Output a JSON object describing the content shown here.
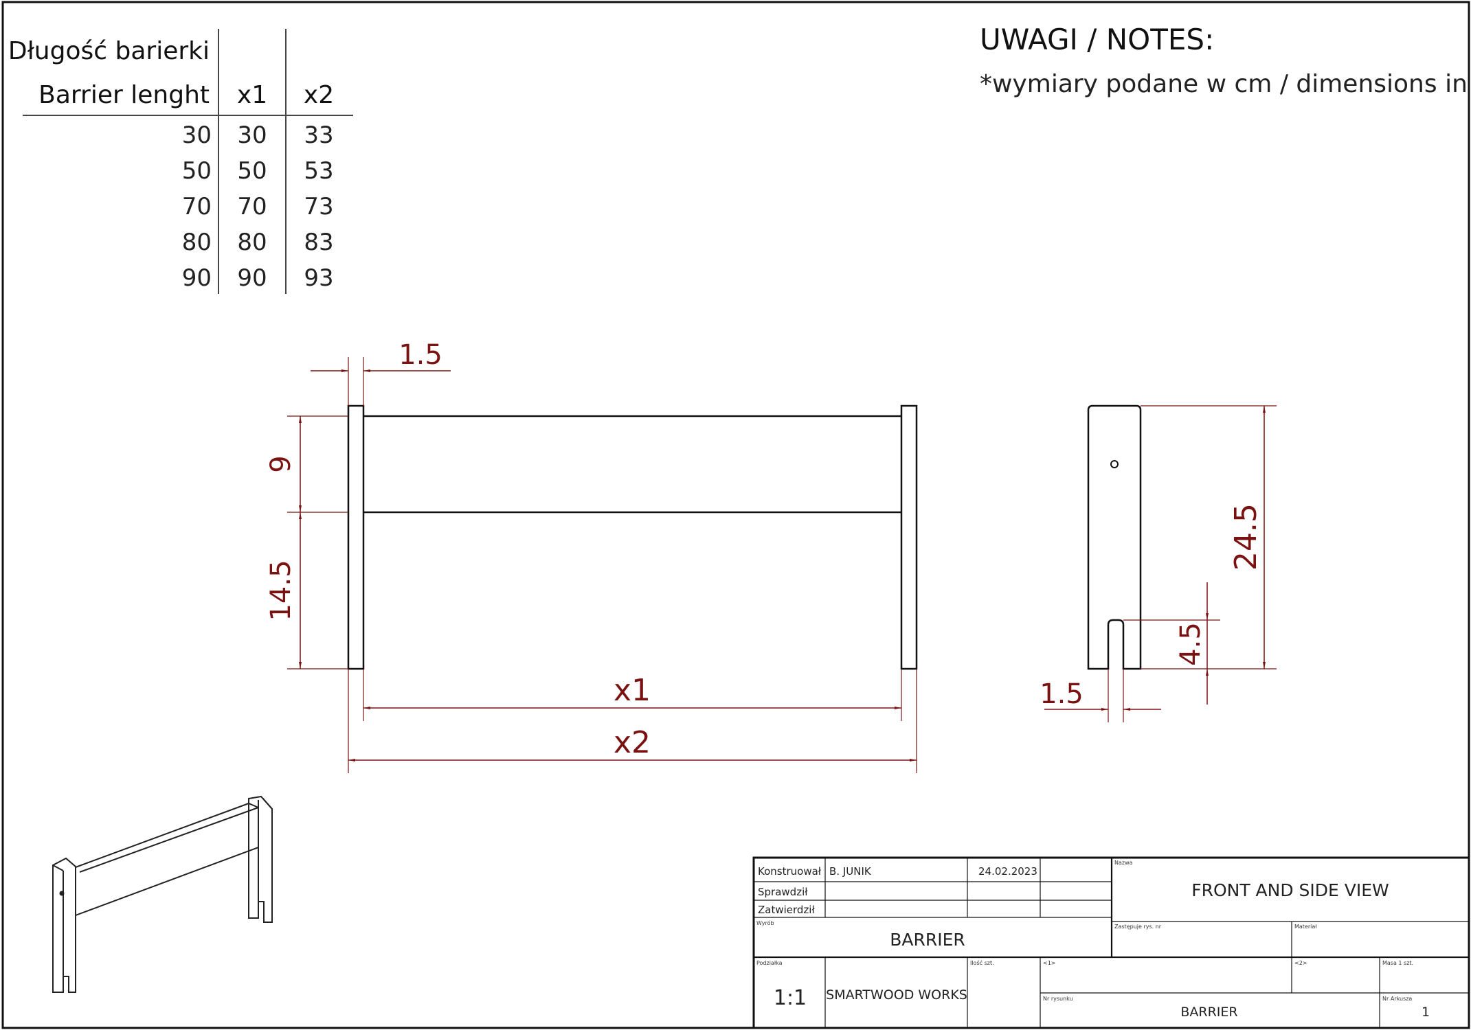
{
  "dimension_table": {
    "header_line1": "Długość barierki",
    "header_line2": "Barrier lenght",
    "col_x1": "x1",
    "col_x2": "x2",
    "rows": [
      {
        "length": "30",
        "x1": "30",
        "x2": "33"
      },
      {
        "length": "50",
        "x1": "50",
        "x2": "53"
      },
      {
        "length": "70",
        "x1": "70",
        "x2": "73"
      },
      {
        "length": "80",
        "x1": "80",
        "x2": "83"
      },
      {
        "length": "90",
        "x1": "90",
        "x2": "93"
      }
    ]
  },
  "notes": {
    "title": "UWAGI / NOTES:",
    "line1": "*wymiary podane w cm / dimensions in cm"
  },
  "front_view": {
    "post_thickness": "1.5",
    "top_rail_height": "9",
    "lower_height": "14.5",
    "inner_length": "x1",
    "outer_length": "x2"
  },
  "side_view": {
    "total_height": "24.5",
    "slot_depth": "4.5",
    "slot_width": "1.5"
  },
  "title_block": {
    "designed_label": "Konstruował",
    "designed_by": "B. JUNIK",
    "date": "24.02.2023",
    "checked_label": "Sprawdził",
    "approved_label": "Zatwierdził",
    "name_label": "Nazwa",
    "drawing_name": "FRONT AND SIDE VIEW",
    "product_label": "Wyrób",
    "product": "BARRIER",
    "replaces_label": "Zastępuje rys. nr",
    "material_label": "Materiał",
    "scale_label": "Podziałka",
    "scale": "1:1",
    "company": "SMARTWOOD WORKS",
    "qty_label": "Ilość szt.",
    "field1_label": "<1>",
    "field2_label": "<2>",
    "mass_label": "Masa 1 szt.",
    "drawing_no_label": "Nr rysunku",
    "drawing_no": "BARRIER",
    "sheet_label": "Nr Arkusza",
    "sheet_no": "1"
  },
  "colors": {
    "dimension": "#7a1212",
    "line": "#111111",
    "text": "#222222"
  }
}
